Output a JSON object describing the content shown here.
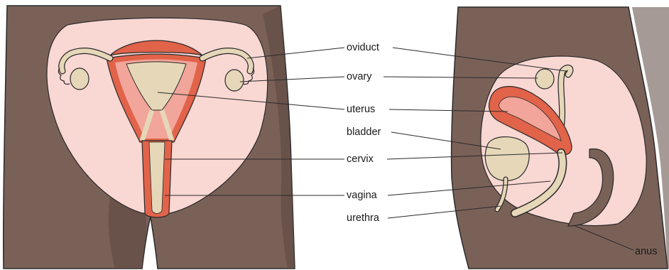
{
  "diagram": {
    "labels": {
      "oviduct": "oviduct",
      "ovary": "ovary",
      "uterus": "uterus",
      "bladder": "bladder",
      "cervix": "cervix",
      "vagina": "vagina",
      "urethra": "urethra",
      "anus": "anus"
    },
    "colors": {
      "skin": "#7a6158",
      "skin_shadow": "#5b4740",
      "pelvis_area": "#f9d7d3",
      "organ_tissue": "#e5d7b8",
      "muscle": "#e1634a",
      "muscle_inner": "#f2a59a",
      "outline": "#2a2a2a"
    }
  }
}
